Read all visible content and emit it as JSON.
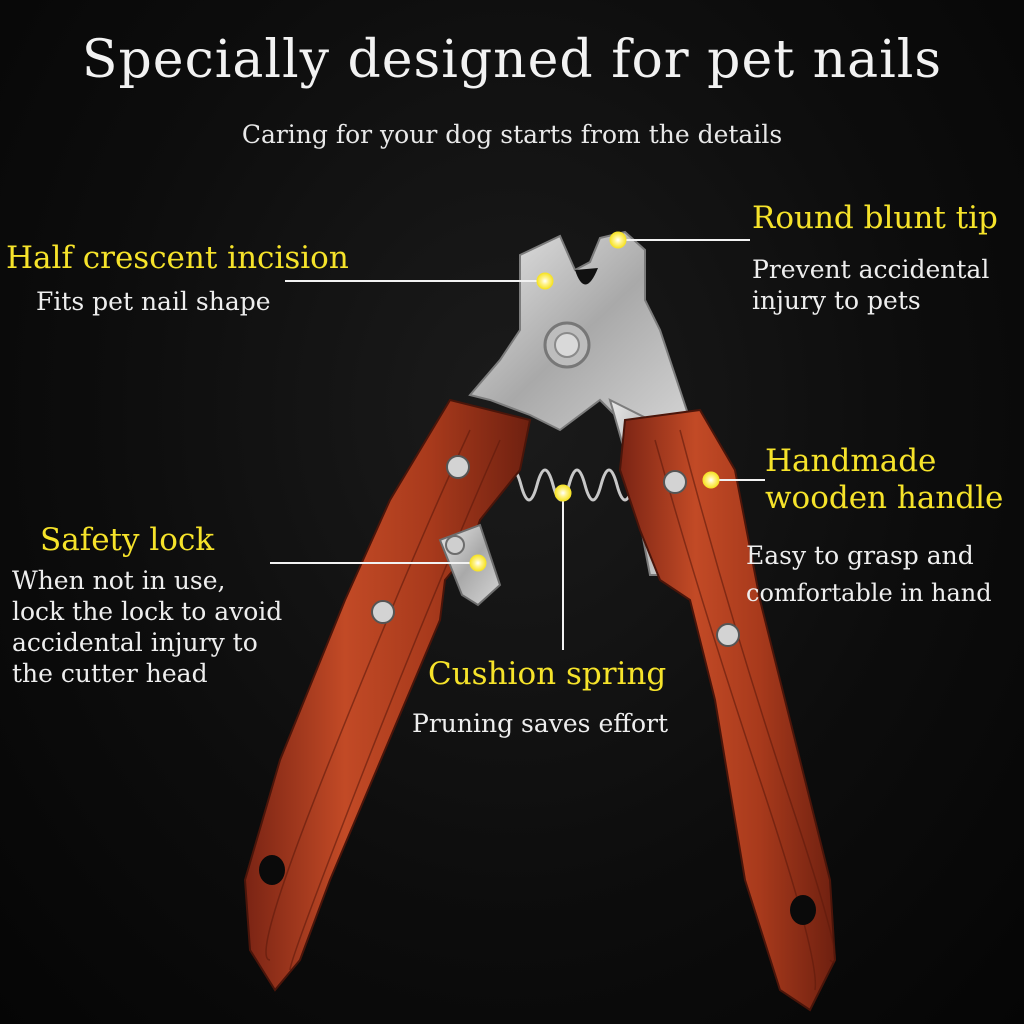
{
  "header": {
    "title": "Specially designed for pet nails",
    "subtitle": "Caring for your dog starts from the details"
  },
  "features": {
    "half_crescent": {
      "title": "Half crescent incision",
      "desc": [
        "Fits pet nail shape"
      ]
    },
    "round_tip": {
      "title": "Round blunt tip",
      "desc": [
        "Prevent accidental",
        "injury to pets"
      ]
    },
    "handle": {
      "title": [
        "Handmade",
        "wooden handle"
      ],
      "desc": [
        "Easy to grasp and",
        "comfortable in hand"
      ]
    },
    "safety_lock": {
      "title": "Safety lock",
      "desc": [
        "When not in use,",
        "lock the lock to avoid",
        "accidental injury to",
        "the cutter head"
      ]
    },
    "spring": {
      "title": "Cushion spring",
      "desc": [
        "Pruning saves effort"
      ]
    }
  },
  "colors": {
    "highlight": "#f6e32a",
    "wood": "#b0401f",
    "steel": "#c9c9c9",
    "background": "#0d0d0d"
  }
}
